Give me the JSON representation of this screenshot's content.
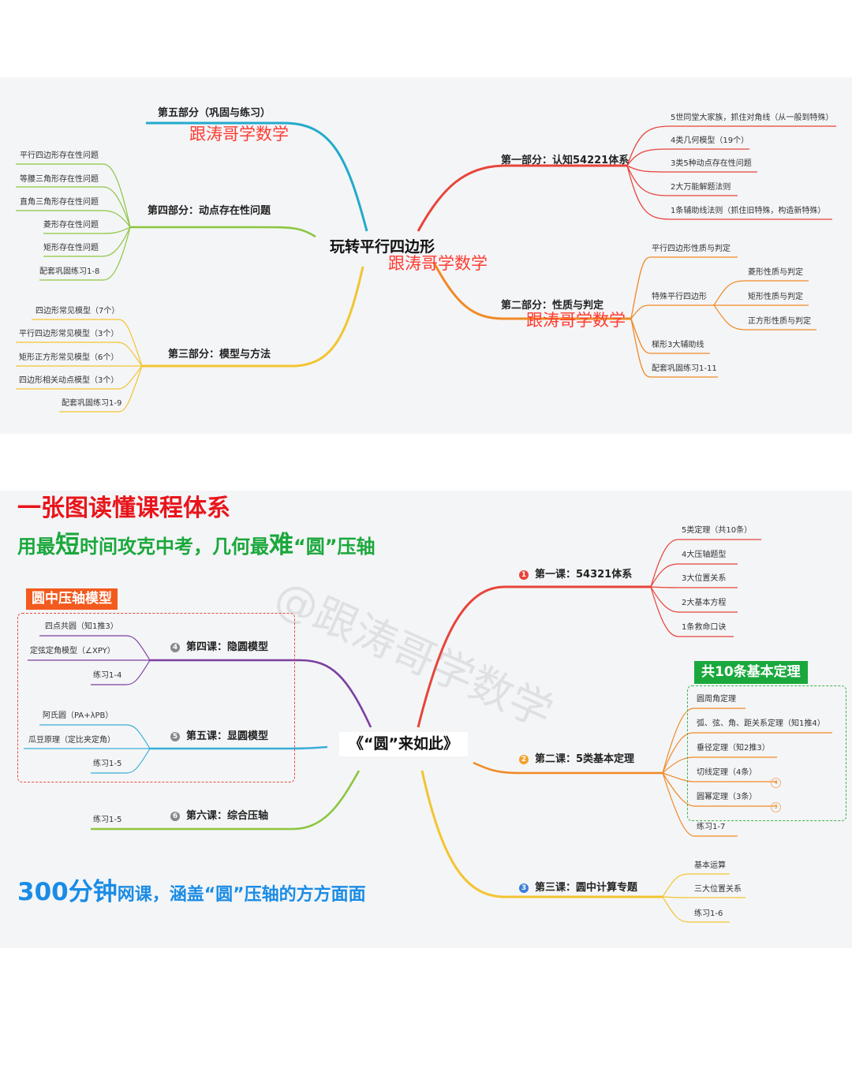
{
  "mindmap1": {
    "center": "玩转平行四边形",
    "watermark": "跟涛哥学数学",
    "part5": {
      "title": "第五部分（巩固与练习）"
    },
    "part4": {
      "title": "第四部分：动点存在性问题",
      "leaves": [
        "平行四边形存在性问题",
        "等腰三角形存在性问题",
        "直角三角形存在性问题",
        "菱形存在性问题",
        "矩形存在性问题",
        "配套巩固练习1-8"
      ]
    },
    "part3": {
      "title": "第三部分：模型与方法",
      "leaves": [
        "四边形常见模型（7个）",
        "平行四边形常见模型（3个）",
        "矩形正方形常见模型（6个）",
        "四边形相关动点模型（3个）",
        "配套巩固练习1-9"
      ]
    },
    "part1": {
      "title": "第一部分：认知54221体系",
      "leaves": [
        "5世同堂大家族，抓住对角线（从一般到特殊）",
        "4类几何模型（19个）",
        "3类5种动点存在性问题",
        "2大万能解题法则",
        "1条辅助线法则（抓住旧特殊，构造新特殊）"
      ]
    },
    "part2": {
      "title": "第二部分：性质与判定",
      "leaves": [
        "平行四边形性质与判定",
        "特殊平行四边形",
        "梯形3大辅助线",
        "配套巩固练习1-11"
      ],
      "sub_leaves": [
        "菱形性质与判定",
        "矩形性质与判定",
        "正方形性质与判定"
      ]
    }
  },
  "mindmap2": {
    "headline": "一张图读懂课程体系",
    "subline_parts": [
      "用最",
      "短",
      "时间攻克中考，几何最",
      "难",
      "“圆”压轴"
    ],
    "footer_parts": [
      "300分钟",
      "网课，涵盖“圆”压轴的方方面面"
    ],
    "center": "《“圆”来如此》",
    "watermark": "@跟涛哥学数学",
    "badge_left": "圆中压轴模型",
    "badge_right": "共10条基本定理",
    "lesson1": {
      "num": "1",
      "title": "第一课：54321体系",
      "leaves": [
        "5类定理（共10条）",
        "4大压轴题型",
        "3大位置关系",
        "2大基本方程",
        "1条救命口诀"
      ]
    },
    "lesson2": {
      "num": "2",
      "title": "第二课：5类基本定理",
      "leaves": [
        "圆周角定理",
        "弧、弦、角、距关系定理（知1推4）",
        "垂径定理（知2推3）",
        "切线定理（4条）",
        "圆幂定理（3条）",
        "练习1-7"
      ],
      "marks": [
        "4",
        "3"
      ]
    },
    "lesson3": {
      "num": "3",
      "title": "第三课：圆中计算专题",
      "leaves": [
        "基本运算",
        "三大位置关系",
        "练习1-6"
      ]
    },
    "lesson4": {
      "num": "4",
      "title": "第四课：隐圆模型",
      "leaves": [
        "四点共圆（知1推3）",
        "定弦定角模型（∠XPY）",
        "练习1-4"
      ]
    },
    "lesson5": {
      "num": "5",
      "title": "第五课：显圆模型",
      "leaves": [
        "阿氏圆（PA+λPB）",
        "瓜豆原理（定比夹定角）",
        "练习1-5"
      ]
    },
    "lesson6": {
      "num": "6",
      "title": "第六课：综合压轴",
      "leaves": [
        "练习1-5"
      ]
    }
  },
  "colors": {
    "red": "#e8443a",
    "orange": "#f08a24",
    "yellow": "#f2c531",
    "green": "#8cc63f",
    "teal": "#22aacc",
    "purple": "#7b3fa0",
    "blue": "#3aaed8",
    "badge_red": "#f25a1e",
    "badge_green": "#1aa83c"
  }
}
